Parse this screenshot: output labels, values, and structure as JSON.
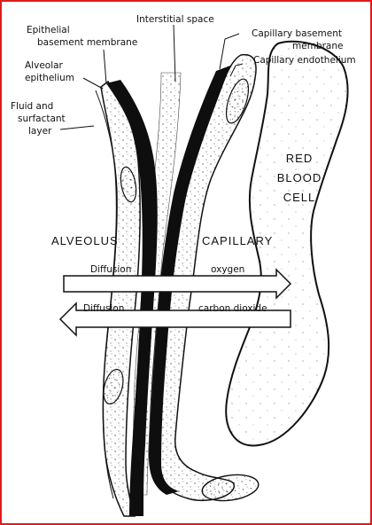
{
  "labels": {
    "epithelial_bm_line1": "Epithelial",
    "epithelial_bm_line2": "basement membrane",
    "alveolar_epi_line1": "Alveolar",
    "alveolar_epi_line2": "epithelium",
    "fluid_line1": "Fluid and",
    "fluid_line2": "surfactant",
    "fluid_line3": "layer",
    "interstitial": "Interstitial space",
    "capillary_bm_line1": "Capillary basement",
    "capillary_bm_line2": "membrane",
    "capillary_endo": "Capillary endothelium",
    "alveolus": "ALVEOLUS",
    "capillary": "CAPILLARY",
    "rbc_line1": "RED",
    "rbc_line2": "BLOOD",
    "rbc_line3": "CELL",
    "diffusion_o2_left": "Diffusion",
    "diffusion_o2_right": "oxygen",
    "diffusion_co2_left": "Diffusion",
    "diffusion_co2_right": "carbon dioxide"
  },
  "colors": {
    "border": "#e01b1b",
    "ink": "#111111",
    "background": "#ffffff"
  }
}
